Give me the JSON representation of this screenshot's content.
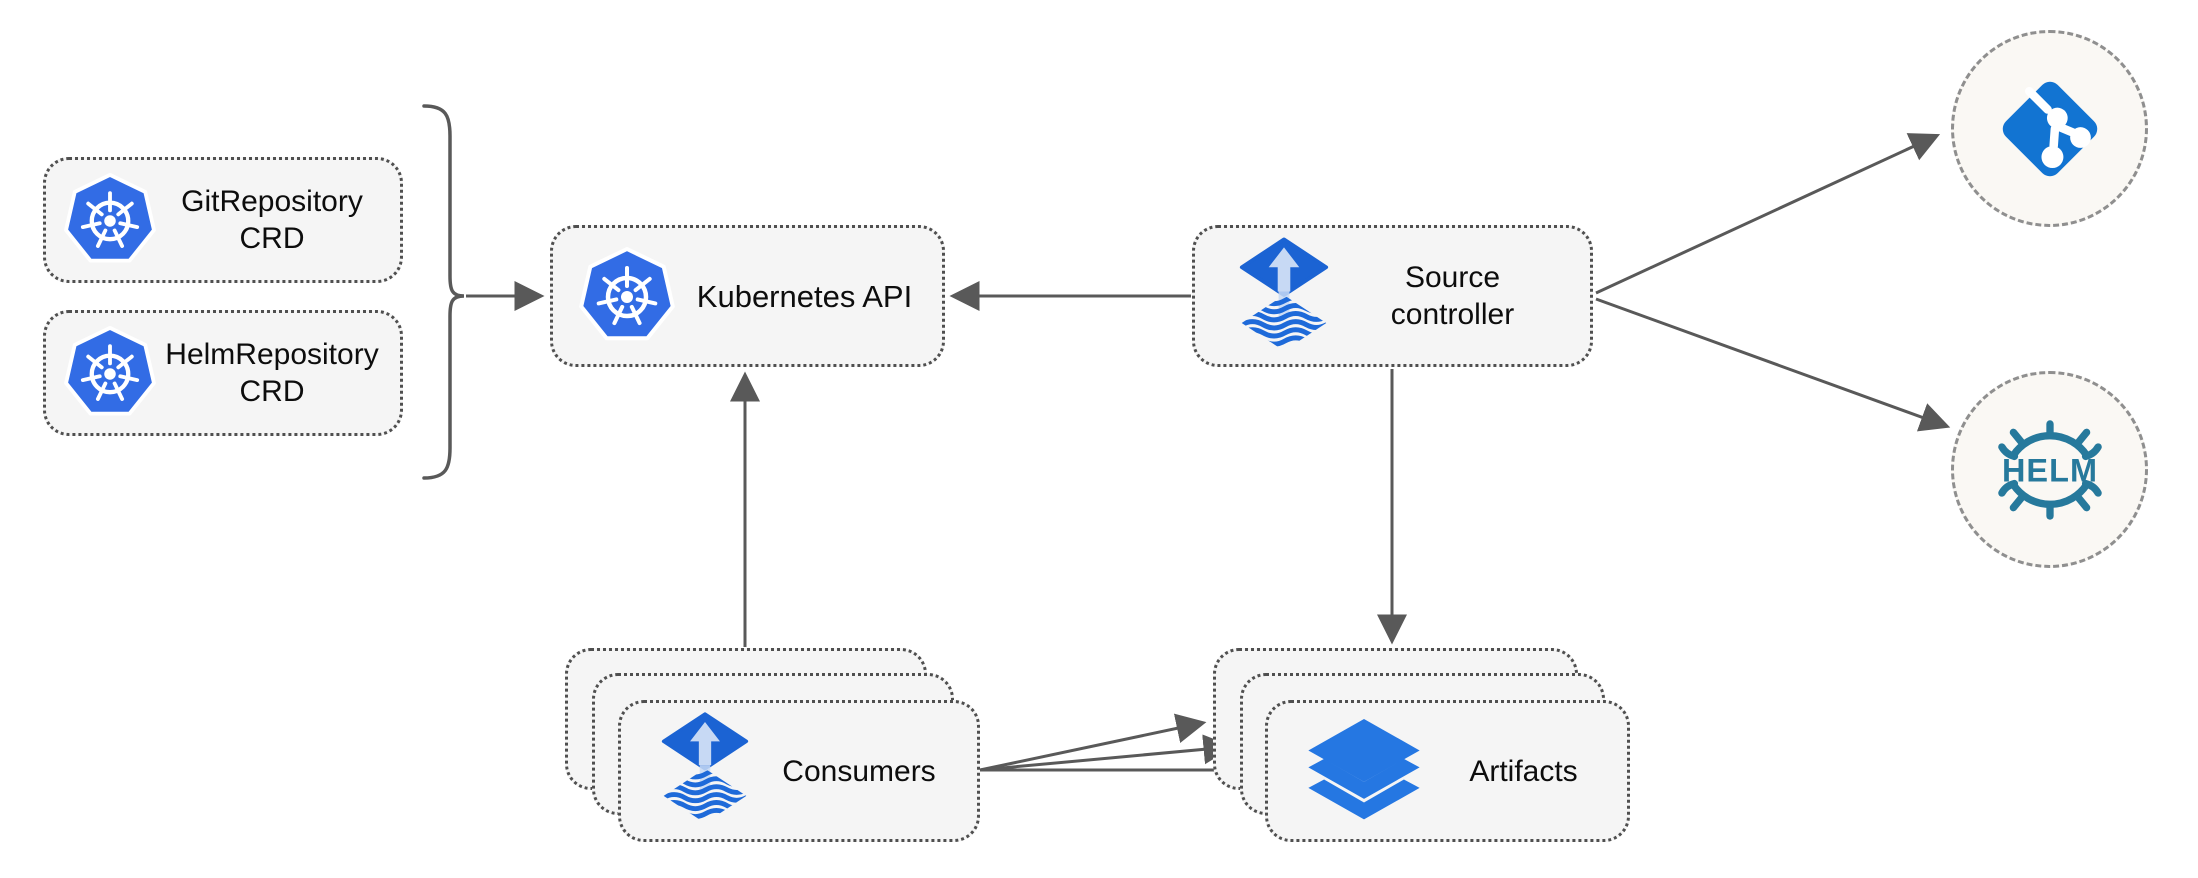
{
  "diagram": {
    "description": "Flux source-controller architecture diagram",
    "nodes": {
      "git_repository_crd": {
        "line1": "GitRepository",
        "line2": "CRD",
        "icon": "kubernetes-icon"
      },
      "helm_repository_crd": {
        "line1": "HelmRepository",
        "line2": "CRD",
        "icon": "kubernetes-icon"
      },
      "kubernetes_api": {
        "label": "Kubernetes API",
        "icon": "kubernetes-icon"
      },
      "source_controller": {
        "line1": "Source",
        "line2": "controller",
        "icon": "flux-source-icon"
      },
      "consumers": {
        "label": "Consumers",
        "icon": "flux-source-icon",
        "stack_count": 3
      },
      "artifacts": {
        "label": "Artifacts",
        "icon": "layers-icon",
        "stack_count": 3
      },
      "git_source": {
        "icon": "git-icon"
      },
      "helm_source": {
        "icon": "helm-icon",
        "logo_text": "HELM"
      }
    },
    "edges": [
      {
        "from": "crd-bracket",
        "to": "kubernetes_api",
        "arrow": true
      },
      {
        "from": "source_controller",
        "to": "kubernetes_api",
        "arrow": true
      },
      {
        "from": "source_controller",
        "to": "git_source",
        "arrow": true
      },
      {
        "from": "source_controller",
        "to": "helm_source",
        "arrow": true
      },
      {
        "from": "source_controller",
        "to": "artifacts",
        "arrow": true
      },
      {
        "from": "consumers",
        "to": "kubernetes_api",
        "arrow": true
      },
      {
        "from": "consumers",
        "to": "artifacts",
        "arrow": true,
        "count": 3
      }
    ],
    "colors": {
      "kubernetes_blue": "#326CE5",
      "flux_blue": "#1B63D3",
      "flux_arrow_light": "#C7D9F4",
      "flux_wave_blue": "#1E6AD9",
      "git_blue": "#1274D2",
      "layers_blue": "#2577E2",
      "helm_teal": "#26799C",
      "arrow_gray": "#595959",
      "node_fill": "#F5F5F5",
      "node_border": "#4F4F4F",
      "circle_fill": "#FAF8F4",
      "circle_border": "#8F8F8F"
    }
  }
}
